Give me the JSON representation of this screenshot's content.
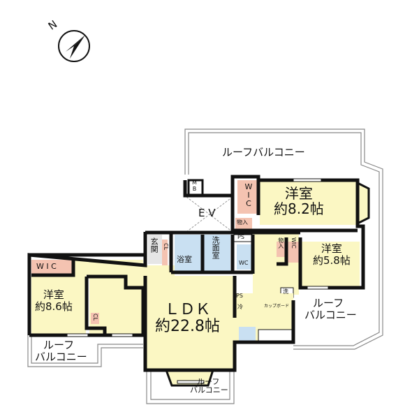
{
  "compass": {
    "label": "N",
    "icon": "north-arrow-icon"
  },
  "colors": {
    "room": "#fbf7c3",
    "wet": "#c9e0f2",
    "storage": "#f4c3b1",
    "wall": "#111111"
  },
  "rooms": {
    "roof_balcony_top": "ルーフバルコニー",
    "bedroom1": {
      "name": "洋室",
      "size": "約8.2帖"
    },
    "bedroom1_wic": "W\nI\nC",
    "bedroom1_storage": "物入",
    "mb": "M\nB",
    "ev": "E V",
    "entrance": "玄関",
    "entrance_cl": "CL",
    "bath": "浴室",
    "washroom": "洗面室",
    "ps": "PS",
    "wc": "WC",
    "bedroom2": {
      "name": "洋室",
      "size": "約5.8帖"
    },
    "bedroom2_wic": "WIC",
    "bedroom2_storage": "物入",
    "laundry": "洗",
    "roof_balcony_right": {
      "line1": "ルーフ",
      "line2": "バルコニー"
    },
    "ldk": {
      "name": "ＬＤＫ",
      "size": "約22.8帖"
    },
    "ps2": "PS",
    "fridge": "冷",
    "cupboard": "カップボード",
    "bedroom3": {
      "name": "洋室",
      "size": "約8.6帖"
    },
    "bedroom3_wic": "W I C",
    "room_cl": "CL",
    "roof_balcony_left": {
      "line1": "ルーフ",
      "line2": "バルコニー"
    },
    "roof_balcony_bottom": {
      "line1": "ルーフ",
      "line2": "バルコニー"
    }
  }
}
